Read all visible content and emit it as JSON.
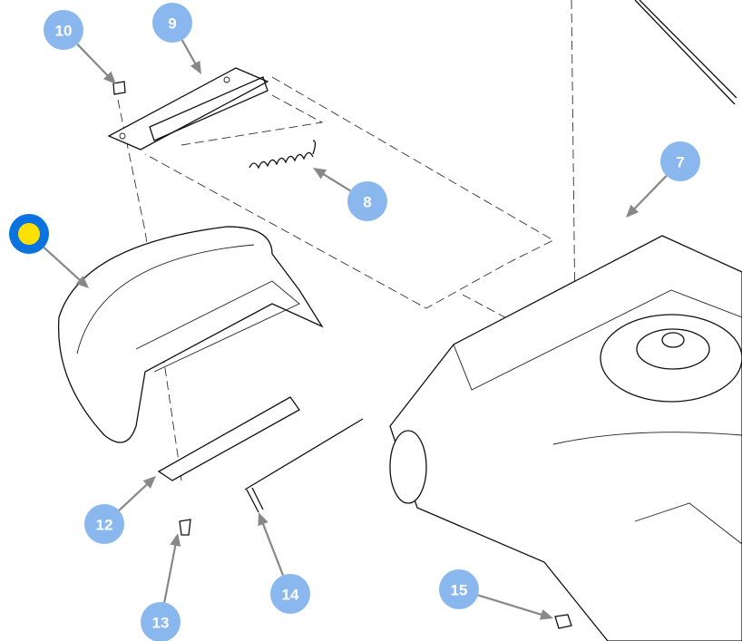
{
  "diagram": {
    "callout_color": "#8ab8ee",
    "selected_ring_color": "#0a73e0",
    "selected_fill_color": "#ffe000",
    "leader_color": "#888888",
    "callouts": [
      {
        "id": "10",
        "label": "10",
        "selected": false
      },
      {
        "id": "9",
        "label": "9",
        "selected": false
      },
      {
        "id": "8",
        "label": "8",
        "selected": false
      },
      {
        "id": "7",
        "label": "7",
        "selected": false
      },
      {
        "id": "selected",
        "label": "",
        "selected": true
      },
      {
        "id": "12",
        "label": "12",
        "selected": false
      },
      {
        "id": "13",
        "label": "13",
        "selected": false
      },
      {
        "id": "14",
        "label": "14",
        "selected": false
      },
      {
        "id": "15",
        "label": "15",
        "selected": false
      }
    ]
  }
}
